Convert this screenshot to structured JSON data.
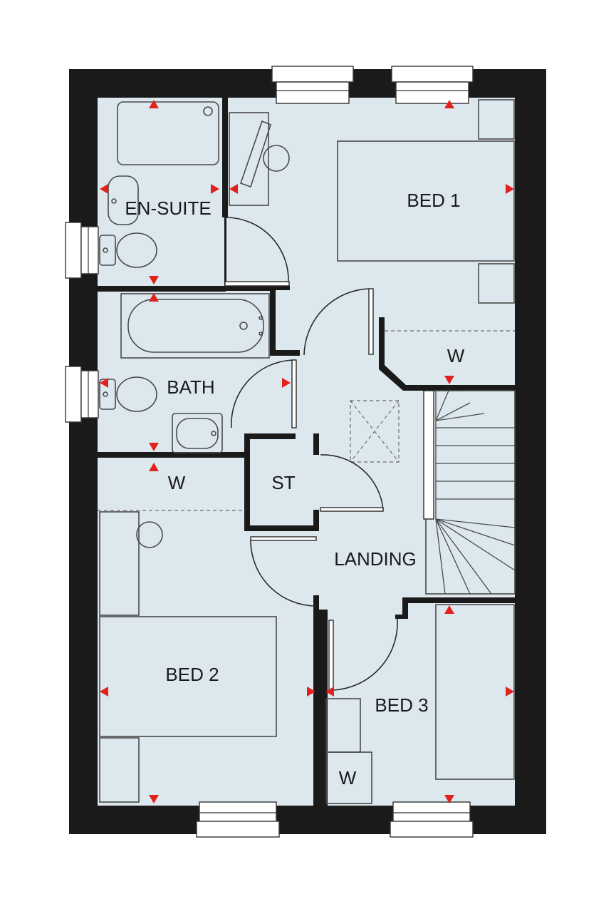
{
  "colors": {
    "wall": "#1a1a1a",
    "floor": "#dde8ee",
    "dimension_marker": "#e3211c",
    "background": "#ffffff"
  },
  "rooms": {
    "en_suite": "EN-SUITE",
    "bed_1": "BED 1",
    "bed_1_wardrobe": "W",
    "bath": "BATH",
    "store": "ST",
    "bed_2_wardrobe": "W",
    "landing": "LANDING",
    "bed_2": "BED 2",
    "bed_3": "BED 3",
    "bed_3_wardrobe": "W"
  },
  "icons": {
    "marker": "red-triangle-dimension-marker",
    "skylight": "cross-box-skylight"
  }
}
